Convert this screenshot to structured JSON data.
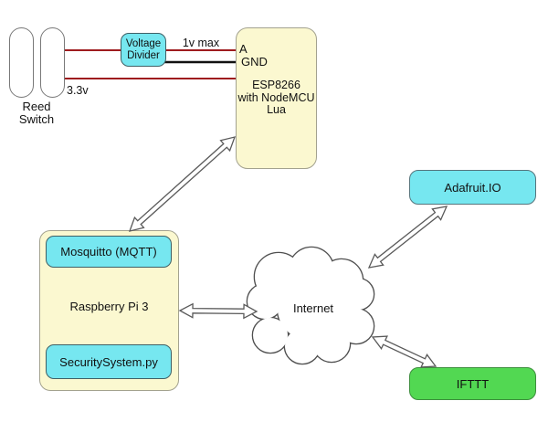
{
  "diagram": {
    "nodes": {
      "reed_switch": {
        "label": "Reed\nSwitch"
      },
      "voltage_divider": {
        "label": "Voltage\nDivider"
      },
      "esp8266": {
        "pin_a_label": "A",
        "pin_gnd_label": "GND",
        "label": "ESP8266\nwith NodeMCU\nLua"
      },
      "mosquitto": {
        "label": "Mosquitto (MQTT)"
      },
      "raspberry_pi": {
        "label": "Raspberry Pi 3"
      },
      "security_system": {
        "label": "SecuritySystem.py"
      },
      "internet": {
        "label": "Internet"
      },
      "adafruit_io": {
        "label": "Adafruit.IO"
      },
      "ifttt": {
        "label": "IFTTT"
      }
    },
    "wire_labels": {
      "analog_max": "1v max",
      "supply_voltage": "3.3v"
    },
    "colors": {
      "node_yellow": "#fbf8d0",
      "node_cyan": "#76e7f0",
      "node_green": "#52d852",
      "wire_red": "#9e1b1e",
      "wire_black": "#111111",
      "connector_outline": "#5a5a5a",
      "background": "#ffffff"
    }
  }
}
